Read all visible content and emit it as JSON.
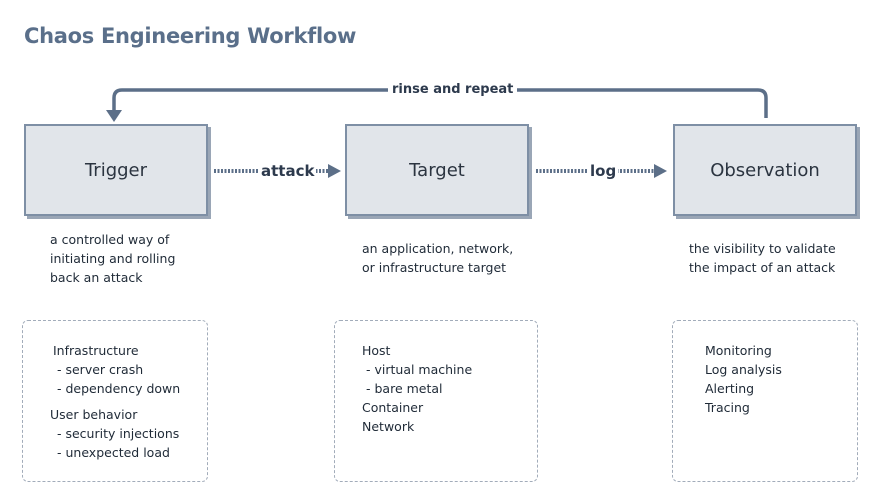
{
  "title": "Chaos Engineering Workflow",
  "loop_label": "rinse and repeat",
  "stages": [
    {
      "name": "Trigger",
      "description": [
        "a controlled way of",
        "initiating and rolling",
        "back an attack"
      ]
    },
    {
      "name": "Target",
      "description": [
        "an application, network,",
        "or infrastructure target"
      ]
    },
    {
      "name": "Observation",
      "description": [
        "the visibility to validate",
        "the impact of an attack"
      ]
    }
  ],
  "connectors": [
    {
      "label": "attack"
    },
    {
      "label": "log"
    }
  ],
  "panels": [
    {
      "groups": [
        {
          "heading": "Infrastructure",
          "items": [
            "- server crash",
            "- dependency down"
          ]
        },
        {
          "heading": "User behavior",
          "items": [
            "- security injections",
            "- unexpected load"
          ]
        }
      ]
    },
    {
      "entries": [
        "Host",
        "- virtual machine",
        "- bare metal",
        "Container",
        "Network"
      ]
    },
    {
      "entries": [
        "Monitoring",
        "Log analysis",
        "Alerting",
        "Tracing"
      ]
    }
  ],
  "colors": {
    "title": "#5a6f8a",
    "box_fill": "#e1e5ea",
    "box_border": "#7e8fa5",
    "arrow": "#5c6f88",
    "panel_border": "#a2acba"
  }
}
